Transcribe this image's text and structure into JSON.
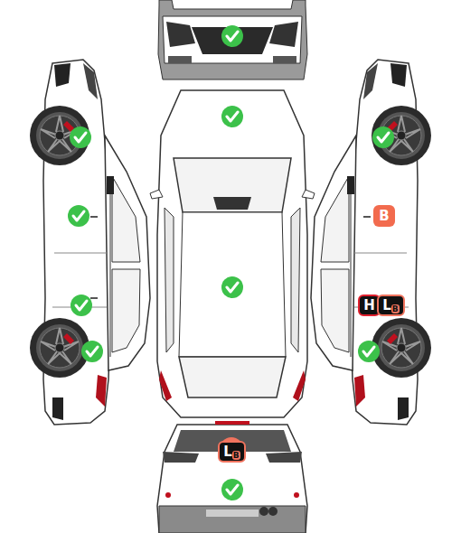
{
  "diagram": {
    "nodes": [
      {
        "text": [
          "B"
        ]
      },
      {
        "text": [
          "H"
        ]
      },
      {
        "text": [
          "L",
          "B"
        ]
      },
      {
        "text": [
          "L",
          "B"
        ]
      }
    ]
  }
}
